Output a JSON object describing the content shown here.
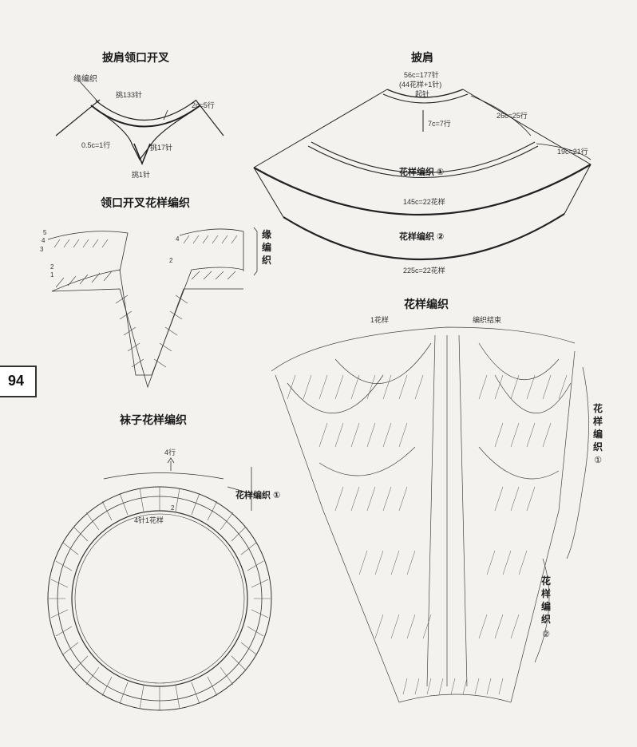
{
  "page_number": "94",
  "collar_split": {
    "title": "披肩领口开叉",
    "edge_label": "缘编织",
    "pick_up_top": "挑133针",
    "rows": "2c=5行",
    "stitch": "0.5c=1行",
    "pick_up_side": "挑17针",
    "pick_up_bottom": "挑1针"
  },
  "shawl": {
    "title": "披肩",
    "top_width": "56c=177针",
    "top_sub": "(44花样+1针)",
    "start": "起针",
    "top_rows": "7c=7行",
    "right_top": "26c=25行",
    "right_bottom": "19c=21行",
    "pattern1": "花样编织 ①",
    "mid_width": "145c=22花样",
    "pattern2": "花样编织 ②",
    "bottom_width": "225c=22花样"
  },
  "collar_pattern": {
    "title": "领口开叉花样编织",
    "left_marks": [
      "5",
      "4",
      "3",
      "2",
      "1"
    ],
    "right_marks": [
      "4",
      "2"
    ],
    "side_label": "缘编织"
  },
  "pattern_chart": {
    "title": "花样编织",
    "repeat": "1花样",
    "end": "编织结束",
    "pattern1_vertical": "花样编织",
    "pattern1_num": "①",
    "pattern2_vertical": "花样编织",
    "pattern2_num": "②"
  },
  "sock": {
    "title": "袜子花样编织",
    "rows": "4行",
    "label": "花样编织 ①",
    "repeat": "4针1花样",
    "mark": "2"
  }
}
